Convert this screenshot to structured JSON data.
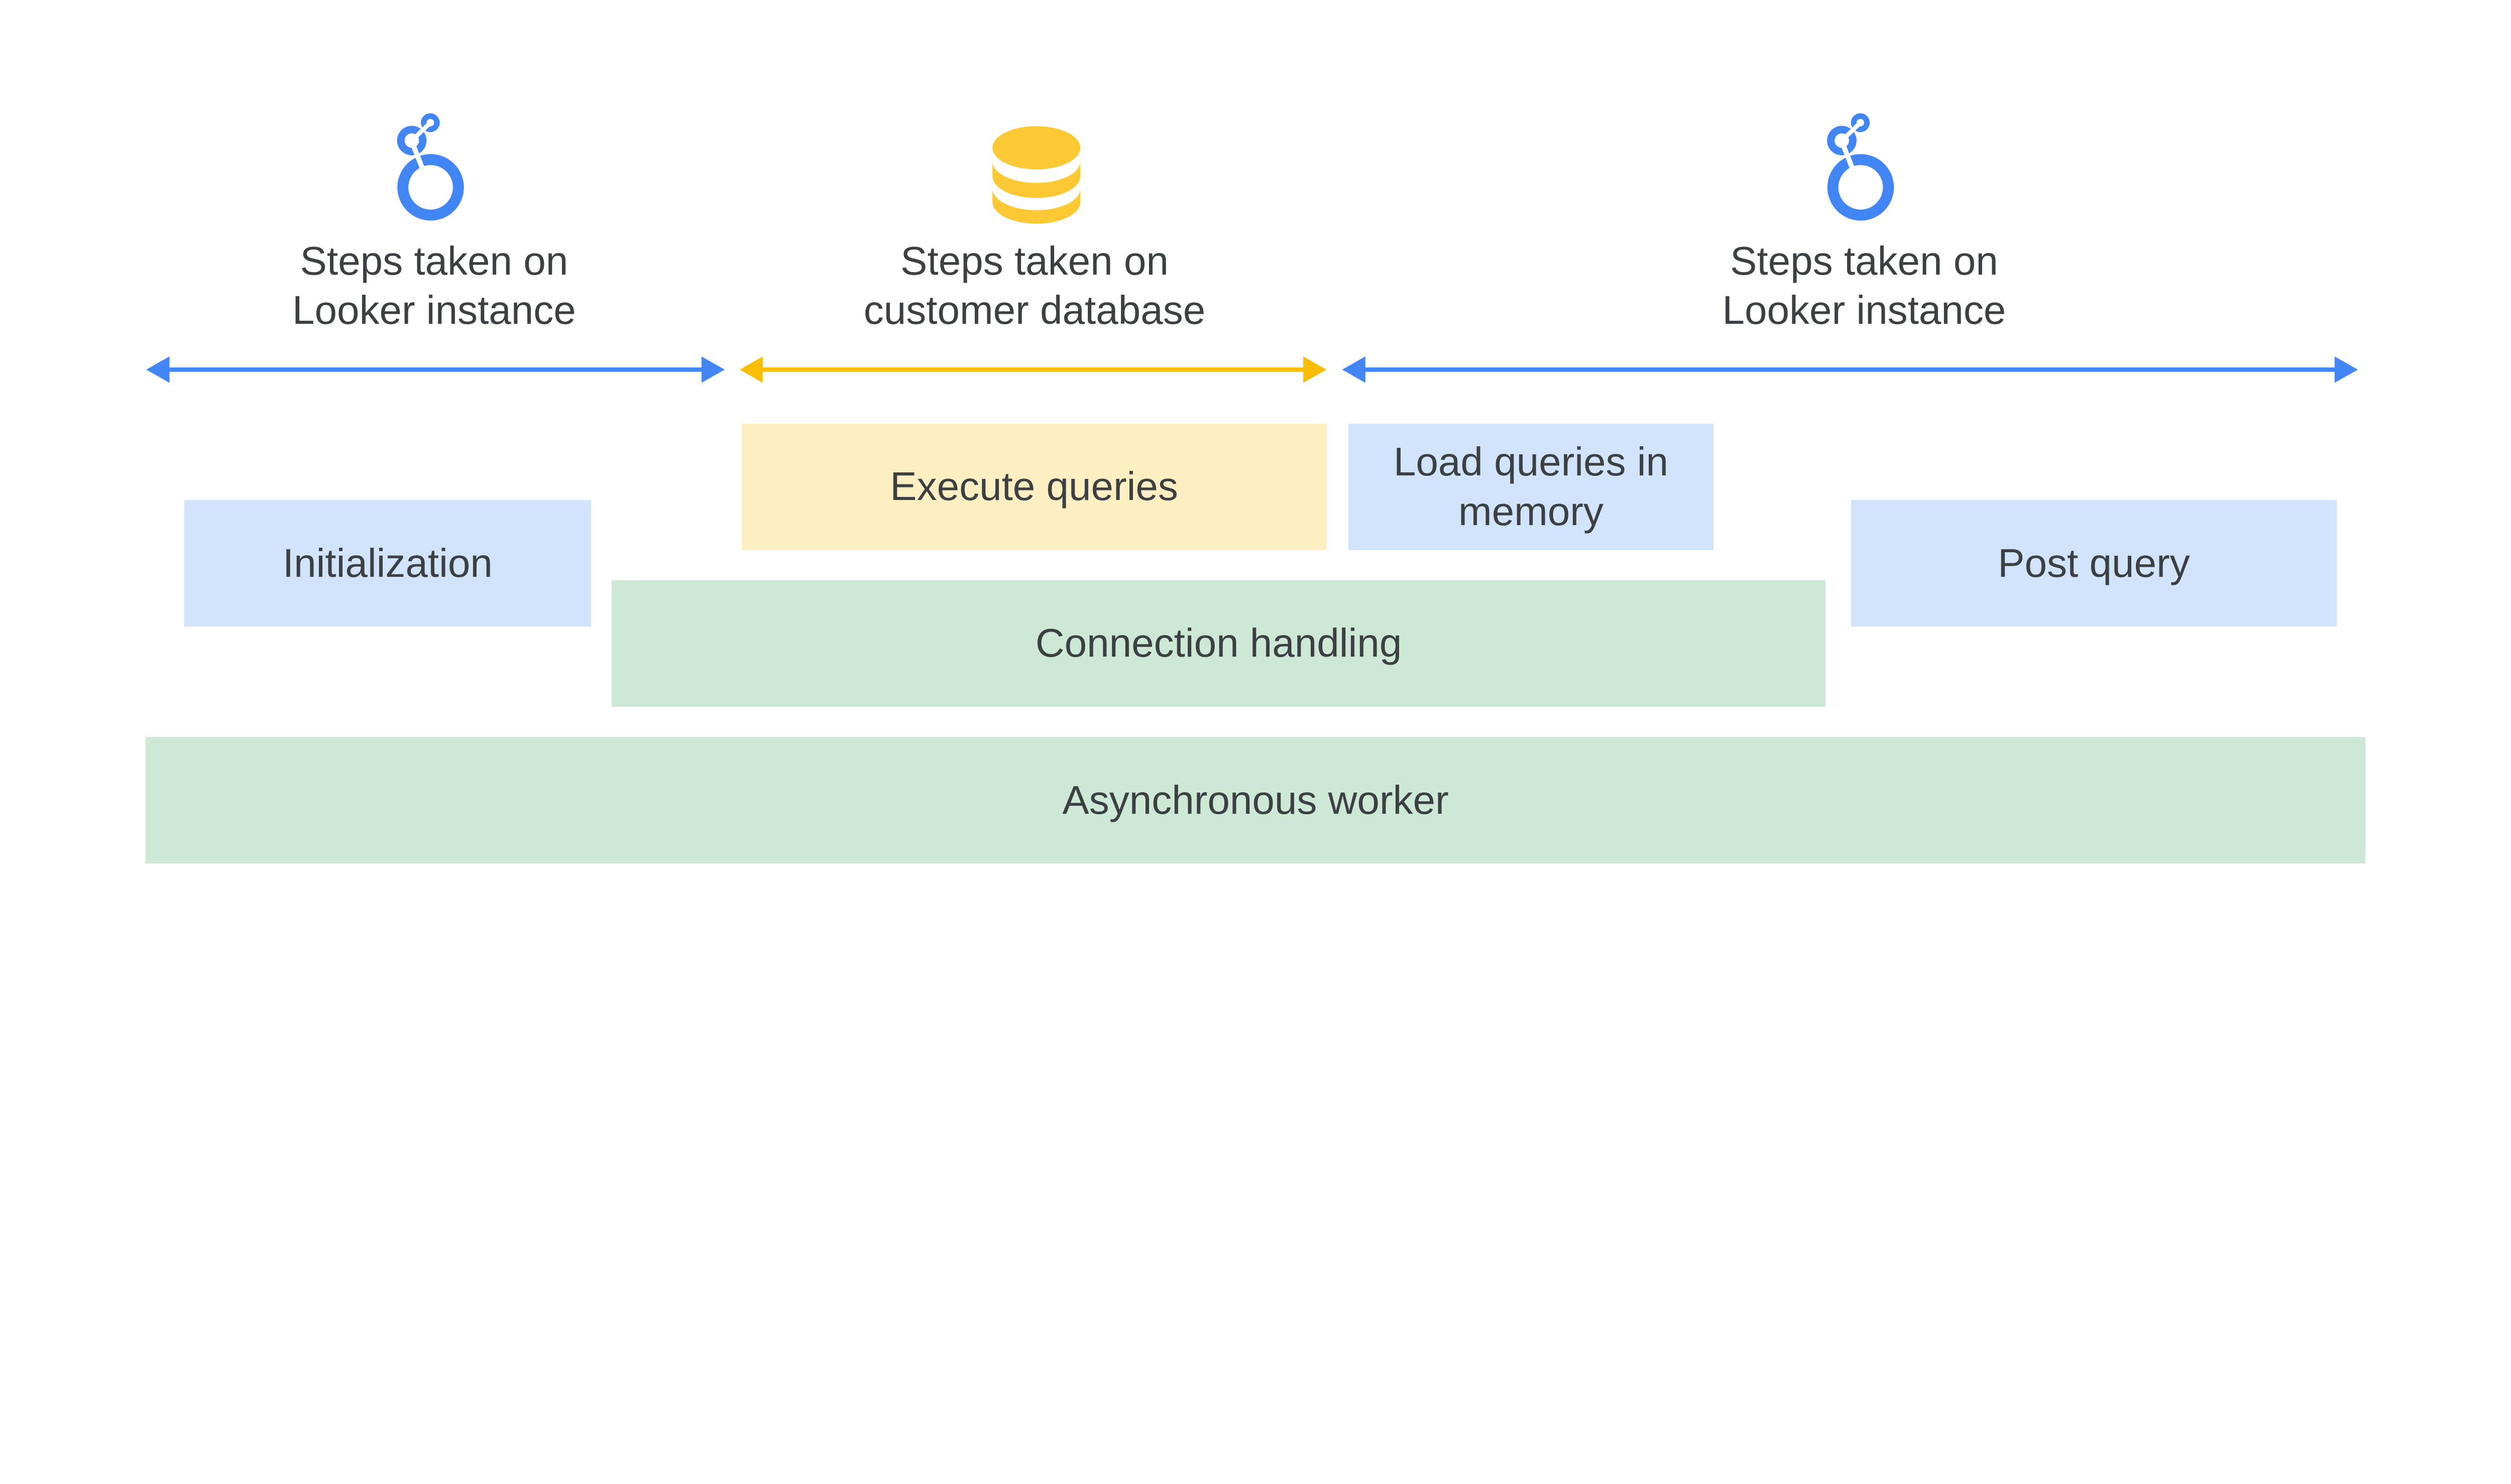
{
  "sections": [
    {
      "heading_line1": "Steps taken on",
      "heading_line2": "Looker instance",
      "icon": "looker-logo-icon",
      "color": "#4285f4"
    },
    {
      "heading_line1": "Steps taken on",
      "heading_line2": "customer database",
      "icon": "database-icon",
      "color": "#fbbc04"
    },
    {
      "heading_line1": "Steps taken on",
      "heading_line2": "Looker instance",
      "icon": "looker-logo-icon",
      "color": "#4285f4"
    }
  ],
  "blocks": {
    "initialization": "Initialization",
    "execute_queries": "Execute queries",
    "load_queries": "Load queries in memory",
    "post_query": "Post query",
    "connection_handling": "Connection handling",
    "asynchronous_worker": "Asynchronous worker"
  },
  "colors": {
    "looker_blue": "#4285f4",
    "database_yellow": "#fbbc04",
    "db_icon": "#fcc934",
    "box_blue": "#d2e3fc",
    "box_yellow": "#feefc3",
    "box_green": "#cee8d6",
    "text": "#3c4043"
  }
}
